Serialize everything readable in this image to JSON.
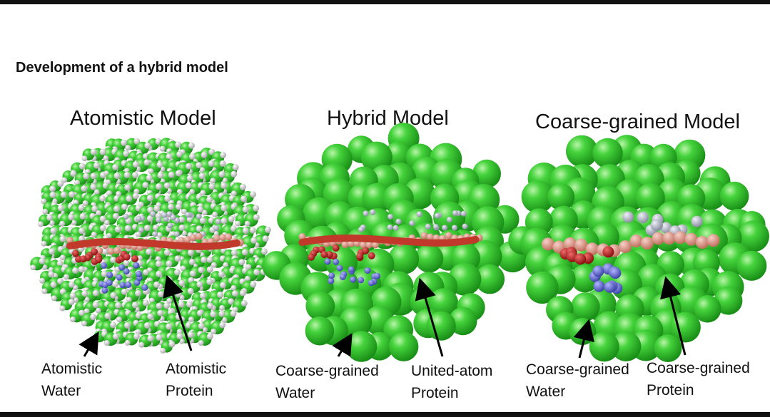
{
  "heading": "Development of a hybrid model",
  "panels": [
    {
      "title": "Atomistic Model",
      "labels": [
        {
          "line1": "Atomistic",
          "line2": "Water"
        },
        {
          "line1": "Atomistic",
          "line2": "Protein"
        }
      ]
    },
    {
      "title": "Hybrid Model",
      "labels": [
        {
          "line1": "Coarse-grained",
          "line2": "Water"
        },
        {
          "line1": "United-atom",
          "line2": "Protein"
        }
      ]
    },
    {
      "title": "Coarse-grained Model",
      "labels": [
        {
          "line1": "Coarse-grained",
          "line2": "Water"
        },
        {
          "line1": "Coarse-grained",
          "line2": "Protein"
        }
      ]
    }
  ],
  "colors": {
    "water_green": "#3fcf3a",
    "protein_pink": "#e39a8c",
    "protein_red": "#c81e1e",
    "protein_blue": "#6a70d6",
    "protein_white": "#d8d8dc"
  }
}
